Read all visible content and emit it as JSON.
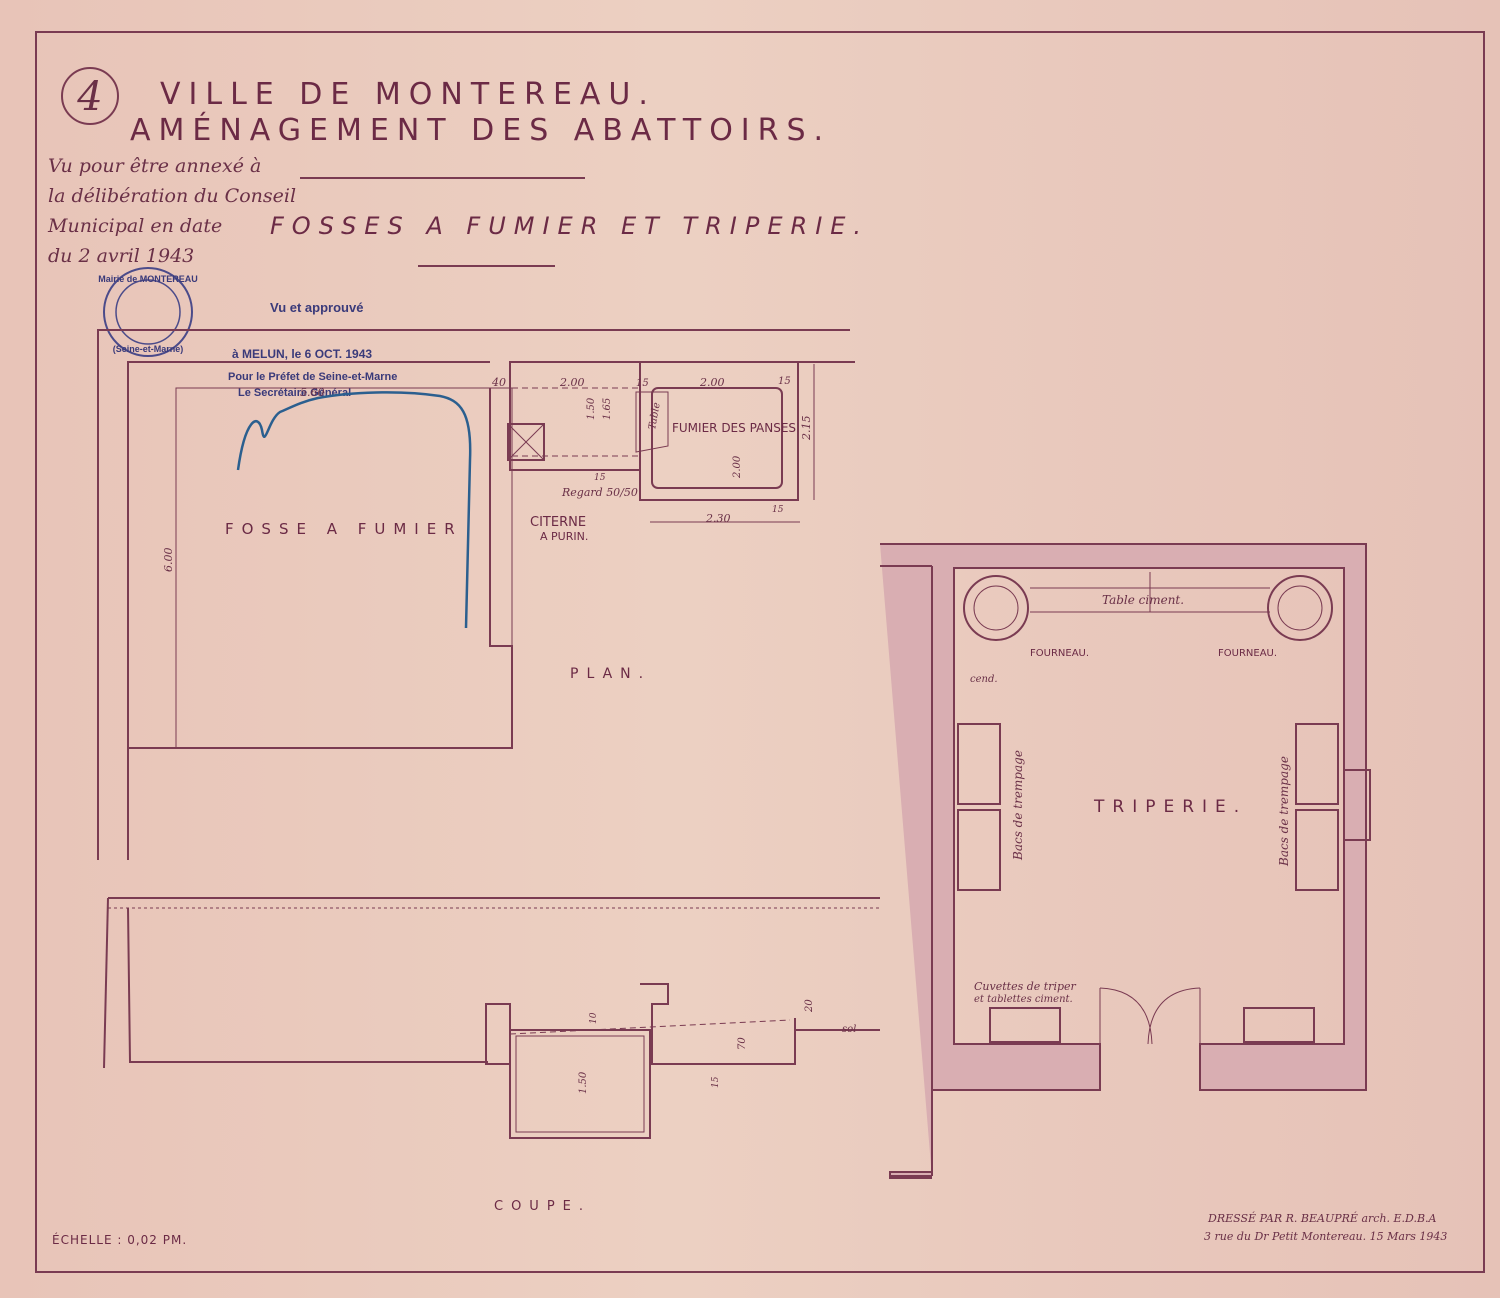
{
  "sheet_number": "4",
  "title": {
    "line1": "VILLE DE MONTEREAU.",
    "line2": "AMÉNAGEMENT DES ABATTOIRS.",
    "subtitle": "FOSSES A FUMIER ET TRIPERIE."
  },
  "handwritten_note": {
    "line1": "Vu pour être annexé à",
    "line2": "la délibération du Conseil",
    "line3": "Municipal en date",
    "line4": "du 2 avril 1943"
  },
  "stamp": {
    "approved": "Vu et approuvé",
    "place_date": "à MELUN, le  6 OCT. 1943",
    "line2": "Pour le Préfet de Seine-et-Marne",
    "line3": "Le Secrétaire Général",
    "seal_top": "Mairie de MONTEREAU",
    "seal_bottom": "(Seine-et-Marne)"
  },
  "plan": {
    "fosse_label": "FOSSE A FUMIER",
    "fumier_panses": "FUMIER DES PANSES",
    "citerne": "CITERNE",
    "a_purin": "A PURIN.",
    "regard": "Regard 50/50",
    "table": "Table",
    "plan_label": "PLAN.",
    "dims": {
      "d600": "6.00",
      "d560": "5.60",
      "d40": "40",
      "d200a": "2.00",
      "d15a": "15",
      "d200b": "2.00",
      "d15b": "15",
      "d150": "1.50",
      "d165": "1.65",
      "d215": "2.15",
      "d200c": "2.00",
      "d230": "2.30",
      "d15c": "15",
      "d15d": "15"
    }
  },
  "coupe": {
    "label": "COUPE.",
    "dims": {
      "d150": "1.50",
      "d70": "70",
      "d20": "20",
      "d15": "15",
      "d10": "10",
      "sol": "sol"
    }
  },
  "triperie": {
    "label": "TRIPERIE.",
    "table_ciment": "Table ciment.",
    "fourneau_left": "FOURNEAU.",
    "fourneau_right": "FOURNEAU.",
    "cend": "cend.",
    "bacs_left": "Bacs de trempage",
    "bacs_right": "Bacs de trempage",
    "cuvettes_line1": "Cuvettes de triper",
    "cuvettes_line2": "et tablettes ciment."
  },
  "scale": "ÉCHELLE : 0,02 PM.",
  "signature": {
    "line1": "DRESSÉ PAR R. BEAUPRÉ arch. E.D.B.A",
    "line2": "3 rue du Dr Petit Montereau. 15 Mars 1943"
  },
  "colors": {
    "ink": "#7a3b52",
    "paper": "#e9cdbf",
    "stamp": "#3a3a7a",
    "signature_ink": "#2b5f8f"
  }
}
